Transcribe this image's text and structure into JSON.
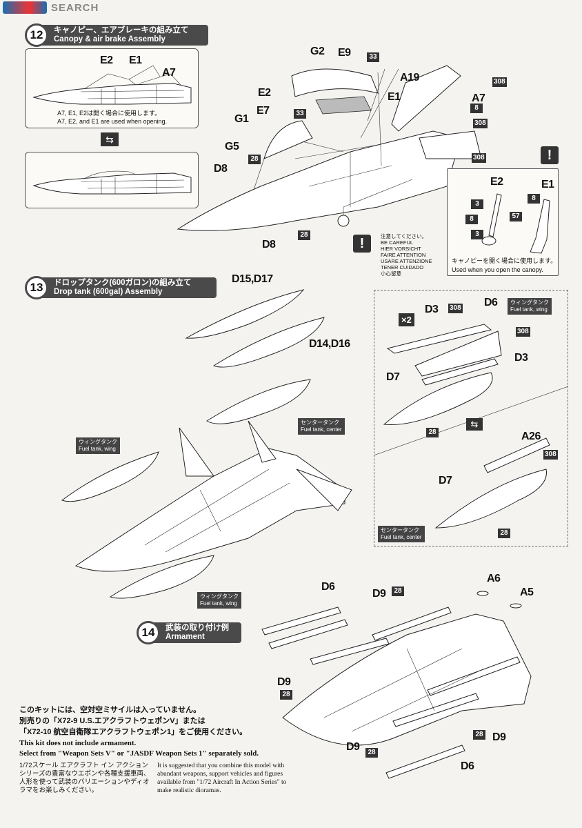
{
  "header": {
    "logo": "SEARCH"
  },
  "step12": {
    "number": "12",
    "title_jp": "キャノピー、エアブレーキの組み立て",
    "title_en": "Canopy & air brake Assembly",
    "inset_labels": [
      "E2",
      "E1",
      "A7"
    ],
    "inset_note_jp": "A7, E1, E2は開く場合に使用します。",
    "inset_note_en": "A7, E2, and E1 are used when opening.",
    "main_labels": [
      "G2",
      "E9",
      "A19",
      "E2",
      "E1",
      "A7",
      "E7",
      "G1",
      "G5",
      "D8",
      "D8"
    ],
    "num_labels": [
      "33",
      "308",
      "8",
      "33",
      "308",
      "308",
      "28",
      "28"
    ],
    "detail_labels": [
      "E2",
      "E1"
    ],
    "detail_nums": [
      "3",
      "8",
      "8",
      "57",
      "3"
    ],
    "detail_note_jp": "キャノピーを開く場合に使用します。",
    "detail_note_en": "Used when you open the canopy.",
    "caution_lines": [
      "注意してください。",
      "BE CAREFUL",
      "HIER VORSICHT",
      "FAIRE ATTENTION",
      "USARE ATTENZIONE",
      "TENER CUIDADO",
      "小心留意"
    ]
  },
  "step13": {
    "number": "13",
    "title_jp": "ドロップタンク(600ガロン)の組み立て",
    "title_en": "Drop tank (600gal) Assembly",
    "labels": [
      "D15,D17",
      "D14,D16"
    ],
    "tags": {
      "center_jp": "センタータンク",
      "center_en": "Fuel tank, center",
      "wing_jp": "ウィングタンク",
      "wing_en": "Fuel tank, wing"
    },
    "right_labels": [
      "D3",
      "D6",
      "D3",
      "D7",
      "A26",
      "D7"
    ],
    "right_nums": [
      "308",
      "308",
      "28",
      "308",
      "28"
    ],
    "multiplier": "×2"
  },
  "step14": {
    "number": "14",
    "title_jp": "武装の取り付け例",
    "title_en": "Armament",
    "labels": [
      "D6",
      "D9",
      "A6",
      "A5",
      "D9",
      "D9",
      "D9",
      "D6"
    ],
    "nums": [
      "28",
      "28",
      "28",
      "28"
    ]
  },
  "notes": {
    "jp_line1": "このキットには、空対空ミサイルは入っていません。",
    "jp_line2": "別売りの「X72-9 U.S.エアクラフトウェポンV」または",
    "jp_line3": "「X72-10 航空自衛隊エアクラフトウェポン1」をご使用ください。",
    "en_line1": "This kit does not include armament.",
    "en_line2": "Select from \"Weapon Sets V\" or \"JASDF Weapon Sets 1\" separately sold.",
    "jp_para": "1/72スケール エアクラフト イン アクション シリーズの豊富なウエポンや各種支援車両、人形を使って武装のバリエーションやディオラマをお楽しみください。",
    "en_para": "It is suggested that you combine this model with abundant weapons, support vehicles and figures available from \"1/72 Aircraft In Action Series\" to make realistic dioramas."
  }
}
